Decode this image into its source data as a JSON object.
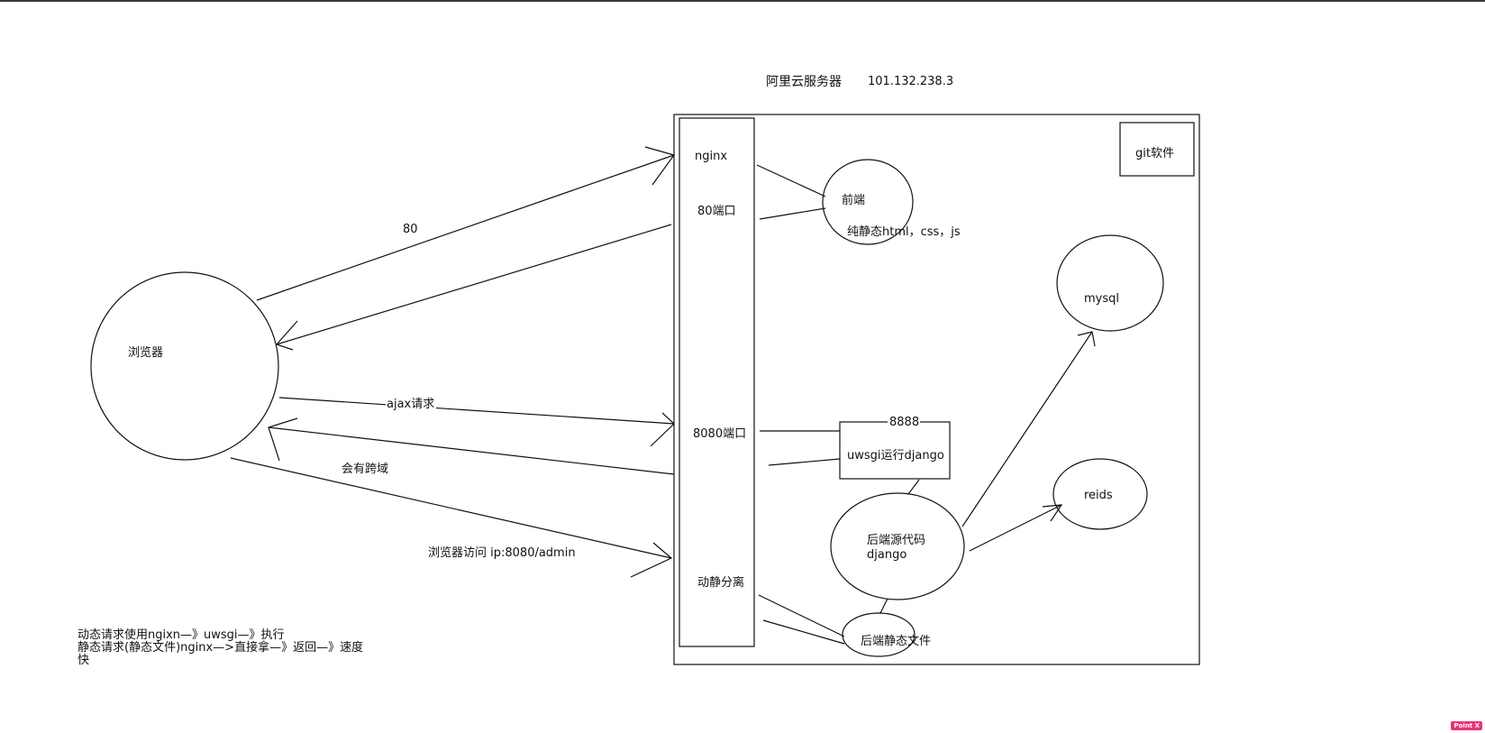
{
  "server": {
    "title": "阿里云服务器",
    "ip": "101.132.238.3"
  },
  "browser": {
    "label": "浏览器"
  },
  "port_column": {
    "nginx": "nginx",
    "port80": "80端口",
    "port8080": "8080端口",
    "split": "动静分离"
  },
  "frontend": {
    "label": "前端",
    "desc": "纯静态html，css，js"
  },
  "git": {
    "label": "git软件"
  },
  "mysql": {
    "label": "mysql"
  },
  "redis": {
    "label": "reids"
  },
  "uwsgi": {
    "port": "8888",
    "label": "uwsgi运行django"
  },
  "backend_source": {
    "line1": "后端源代码",
    "line2": "django"
  },
  "backend_static": {
    "label": "后端静态文件"
  },
  "edges": {
    "port80": "80",
    "ajax": "ajax请求",
    "cors": "会有跨域",
    "admin": "浏览器访问 ip:8080/admin"
  },
  "notes": [
    "动态请求使用ngixn—》uwsgi—》执行",
    "静态请求(静态文件)nginx—>直接拿—》返回—》速度",
    "快"
  ],
  "watermark": "Point X"
}
